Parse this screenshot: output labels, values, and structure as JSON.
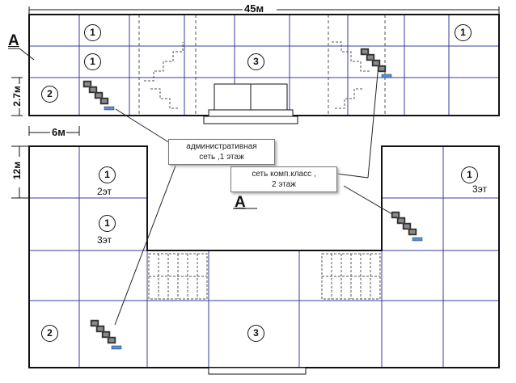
{
  "dimensions": {
    "total_width": "45м",
    "row_height": "2.7м",
    "module_width": "6м",
    "wing_depth": "12м"
  },
  "room_marks": {
    "r1": "1",
    "r2": "2",
    "r3": "3"
  },
  "floor_labels": {
    "f2": "2эт",
    "f3": "3эт"
  },
  "section_mark": "А",
  "callouts": {
    "admin_network": {
      "line1": "административная",
      "line2": "сеть ,1 этаж"
    },
    "lab_network": {
      "line1": "сеть комп.класс ,",
      "line2": "2 этаж"
    }
  },
  "colors": {
    "wall": "#111111",
    "grid": "#3b3b9a",
    "stairs": "#555555",
    "pc": "#1a1a1a"
  }
}
